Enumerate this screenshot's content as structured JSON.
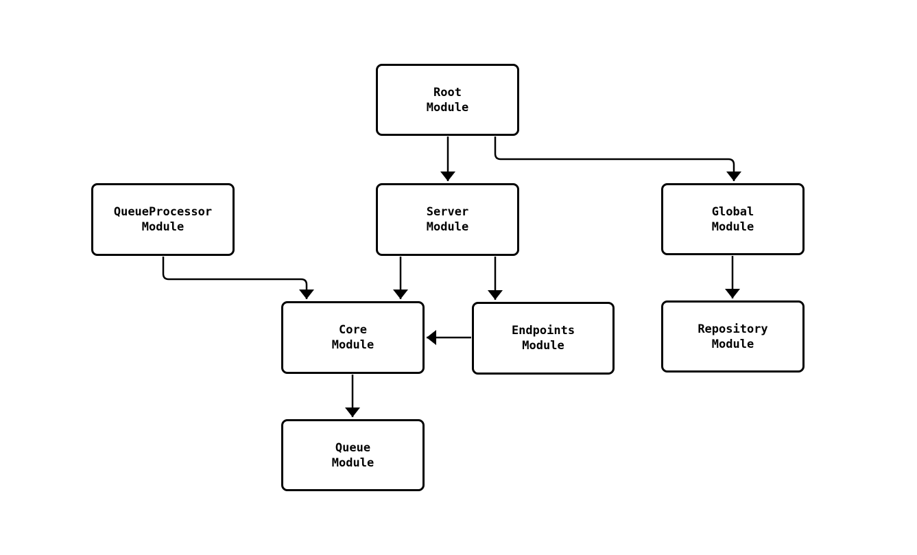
{
  "diagram": {
    "nodes": [
      {
        "id": "root",
        "label": "Root\nModule"
      },
      {
        "id": "queueprocessor",
        "label": "QueueProcessor\nModule"
      },
      {
        "id": "server",
        "label": "Server\nModule"
      },
      {
        "id": "global",
        "label": "Global\nModule"
      },
      {
        "id": "core",
        "label": "Core\nModule"
      },
      {
        "id": "endpoints",
        "label": "Endpoints\nModule"
      },
      {
        "id": "repository",
        "label": "Repository\nModule"
      },
      {
        "id": "queue",
        "label": "Queue\nModule"
      }
    ],
    "edges": [
      {
        "from": "root",
        "to": "server"
      },
      {
        "from": "root",
        "to": "global"
      },
      {
        "from": "queueprocessor",
        "to": "core"
      },
      {
        "from": "server",
        "to": "core"
      },
      {
        "from": "server",
        "to": "endpoints"
      },
      {
        "from": "endpoints",
        "to": "core"
      },
      {
        "from": "global",
        "to": "repository"
      },
      {
        "from": "core",
        "to": "queue"
      }
    ],
    "colors": {
      "background": "#ffffff",
      "node_fill": "#ffffff",
      "node_border": "#000000",
      "edge": "#000000",
      "text": "#000000"
    }
  }
}
